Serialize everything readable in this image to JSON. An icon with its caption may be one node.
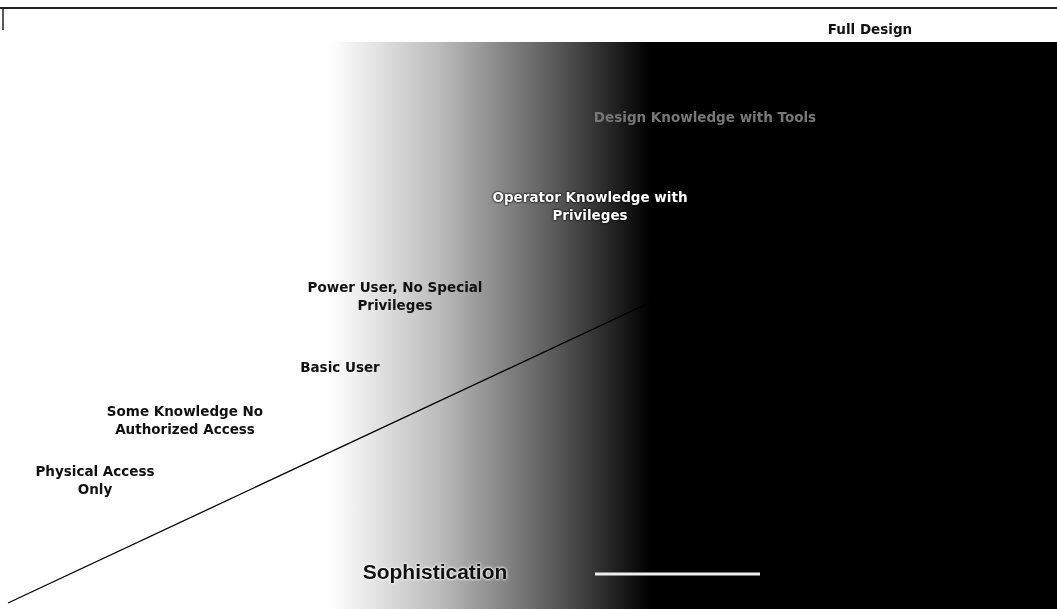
{
  "diagram": {
    "labels": [
      "Full Design",
      "Design Knowledge with Tools",
      "Operator Knowledge with Privileges",
      "Power User, No Special Privileges",
      "Basic User",
      "Some Knowledge No Authorized Access",
      "Physical Access Only",
      "Sophistication"
    ]
  }
}
